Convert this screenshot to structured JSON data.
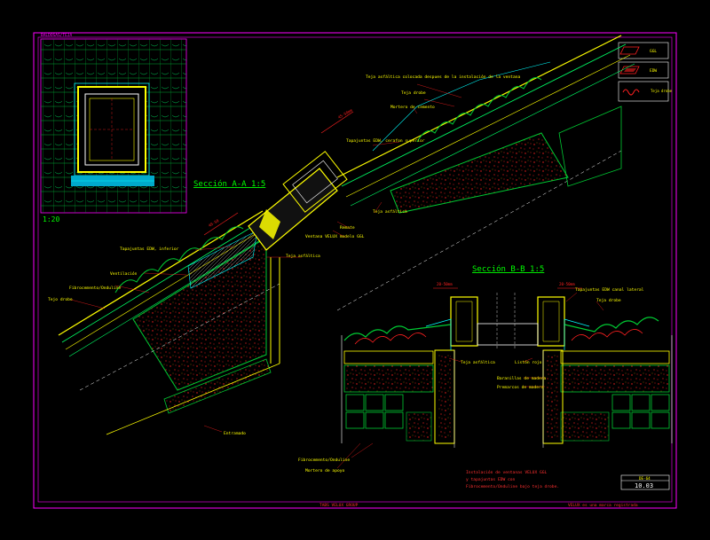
{
  "sheet": {
    "header_label": "BALDOSAS/TEJA",
    "footer_left": "TABS VELUX GROUP",
    "footer_right": "VELUX es una marca registrada",
    "sheet_code": "DE-64",
    "sheet_number": "10.03",
    "colors": {
      "frame": "#ff00ff",
      "outline": "#ffff00",
      "insulation": "#ff2020",
      "tile": "#00cc33",
      "flashing": "#00ffff",
      "background": "#000000"
    }
  },
  "plan_view": {
    "scale": "1:20"
  },
  "legend": {
    "items": [
      {
        "code": "GGL",
        "icon": "window-sash-icon"
      },
      {
        "code": "EDW",
        "icon": "flashing-icon"
      },
      {
        "code": "Teja drobe",
        "icon": "wavy-tile-icon"
      }
    ]
  },
  "section_aa": {
    "title": "Sección A-A 1:5",
    "dims": [
      "45-50mm",
      "40-50"
    ],
    "labels": [
      "Teja asfáltica colocada despues de la instalación de la ventana",
      "Teja drobe",
      "Mortero de cemento",
      "Tapajuntas EDW, cerafon superior",
      "Teja asfáltica",
      "Remate",
      "Ventana VELUX modelo GGL",
      "Tapajuntas EDW, inferior",
      "Teja asfáltica",
      "Ventilación",
      "Fibrocemento/Onduline",
      "Tejo drobe",
      "Entramado"
    ]
  },
  "section_bb": {
    "title": "Sección B-B 1:5",
    "dims": [
      "20-50mm",
      "20-50mm"
    ],
    "labels": [
      "Tapajuntas EDW canal lateral",
      "Teja drobe",
      "Teja asfáltica",
      "Listón rojo",
      "Baranillas de madera",
      "Premarcos de madera",
      "Fibrocemento/Onduline",
      "Mortero de apoyo"
    ]
  },
  "notes": {
    "installation": [
      "Instalación de ventanas VELUX GGL",
      "y tapajuntas EDW con",
      "Fibrocemento/Onduline bajo teja drobe."
    ]
  }
}
